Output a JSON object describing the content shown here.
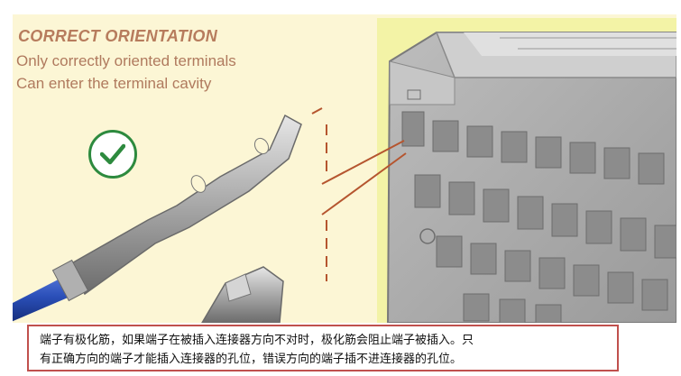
{
  "slide": {
    "heading": "CORRECT ORIENTATION",
    "line1": "Only correctly oriented terminals",
    "line2": "Can enter the terminal cavity",
    "check_icon": "checkmark-circle-icon",
    "colors": {
      "background": "#fcf6d5",
      "heading": "#b77c5d",
      "check": "#2d8a3e",
      "wire": "#2a4fb8",
      "connector_panel": "#f3f3a6",
      "leader": "#b5552f"
    }
  },
  "caption": {
    "line1": "端子有极化筋，如果端子在被插入连接器方向不对时，极化筋会阻止端子被插入。只",
    "line2": "有正确方向的端子才能插入连接器的孔位，错误方向的端子插不进连接器的孔位。"
  }
}
